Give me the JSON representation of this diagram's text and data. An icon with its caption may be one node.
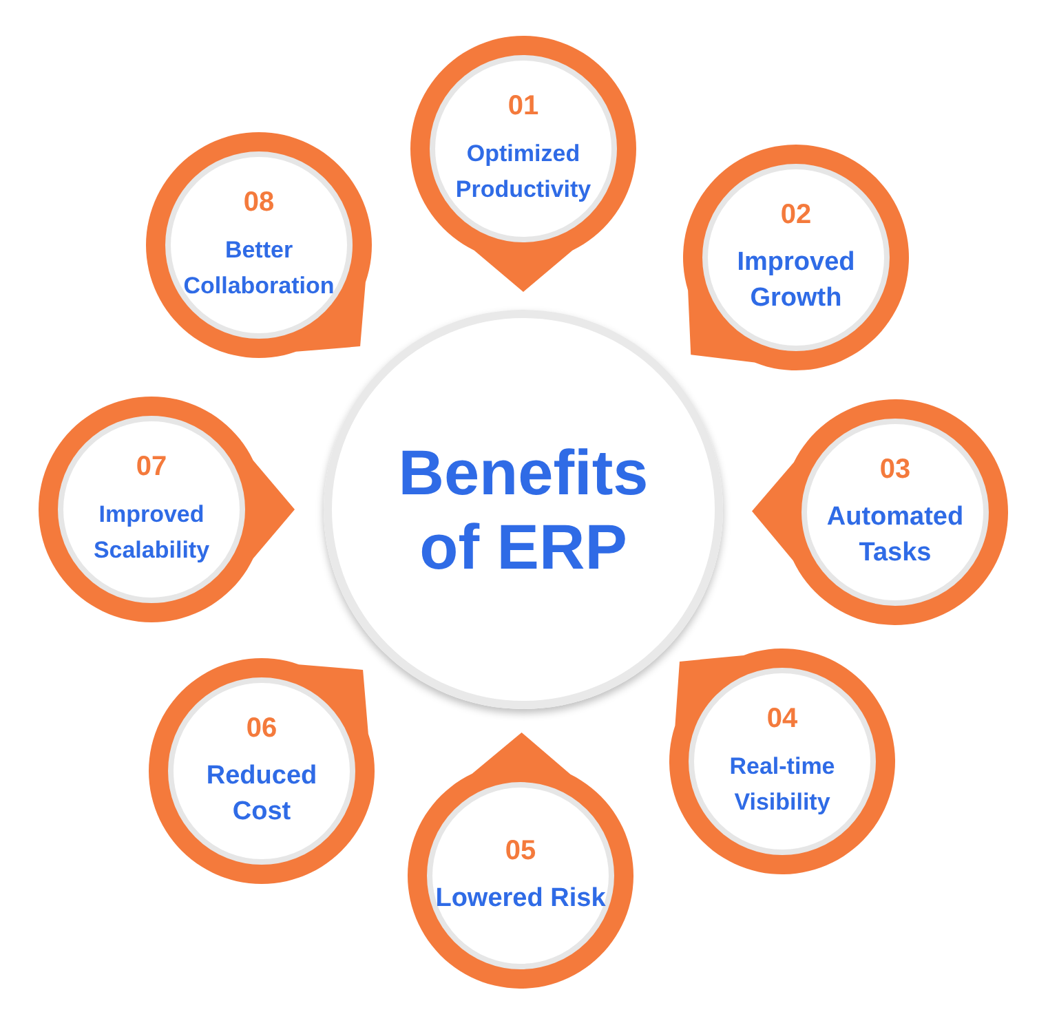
{
  "diagram": {
    "nodes": [
      {
        "text": [
          "Benefits of ERP"
        ]
      },
      {
        "text": [
          "01",
          "Optimized Productivity"
        ]
      },
      {
        "text": [
          "02",
          "Improved Growth"
        ]
      },
      {
        "text": [
          "03",
          "Automated Tasks"
        ]
      },
      {
        "text": [
          "04",
          "Real-time Visibility"
        ]
      },
      {
        "text": [
          "05",
          "Lowered Risk"
        ]
      },
      {
        "text": [
          "06",
          "Reduced Cost"
        ]
      },
      {
        "text": [
          "07",
          "Improved Scalability"
        ]
      },
      {
        "text": [
          "08",
          "Better Collaboration"
        ]
      }
    ]
  }
}
